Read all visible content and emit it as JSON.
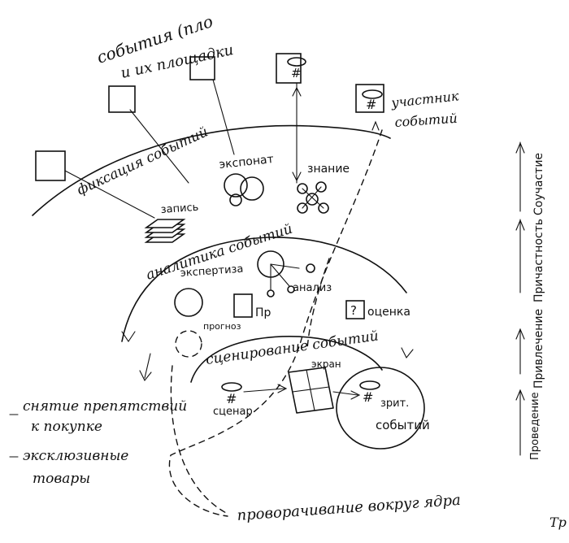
{
  "labels": {
    "events_and_venues_line1": "события (пло",
    "events_and_venues_line2": "и их площадки",
    "event_participants_line1": "участник",
    "event_participants_line2": "событий",
    "event_fixation": "фиксация событий",
    "exhibit": "экспонат",
    "knowledge": "знание",
    "record": "запись",
    "event_analytics": "аналитика событий",
    "expertise": "экспертиза",
    "analysis": "анализ",
    "forecast": "прогноз",
    "pr": "Пр",
    "assessment": "оценка",
    "event_staging": "сценирование событий",
    "screen": "экран",
    "scenario": "сценар",
    "spectator_line1": "зрит.",
    "spectator_line2": "событий",
    "remove_purchase_barriers_line1": "снятие препятствий",
    "remove_purchase_barriers_line2": "к покупке",
    "exclusive_goods_line1": "эксклюзивные",
    "exclusive_goods_line2": "товары",
    "turning_around_core": "проворачивание вокруг ядра",
    "scale_complicity": "Соучастие",
    "scale_involvement": "Причастность",
    "scale_attraction": "Привлечение",
    "scale_conducting": "Проведение",
    "corner_fragment": "Тр"
  },
  "icons": {
    "question_box_glyph": "?",
    "hash_glyph": "#"
  }
}
